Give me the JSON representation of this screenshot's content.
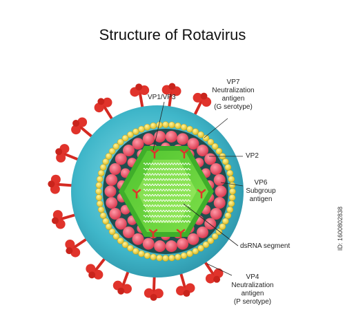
{
  "title": "Structure of Rotavirus",
  "labels": {
    "vp1_vp3": "VP1/VP3",
    "vp7": [
      "VP7",
      "Neutralization",
      "antigen",
      "(G serotype)"
    ],
    "vp2": "VP2",
    "vp6": [
      "VP6",
      "Subgroup",
      "antigen"
    ],
    "dsrna": "dsRNA segment",
    "vp4": [
      "VP4",
      "Neutralization",
      "antigen",
      "(P serotype)"
    ]
  },
  "side_text": "ID: 1600802838",
  "colors": {
    "outer_capsid": "#3fb6c9",
    "spike": "#e0332b",
    "bead_ring": "#f3d736",
    "inner_layer": "#1f4f4f",
    "red_beads": "#e84a5f",
    "core": "#6ed640",
    "core_inner": "#98ef5a",
    "rna": "#ffffff"
  }
}
